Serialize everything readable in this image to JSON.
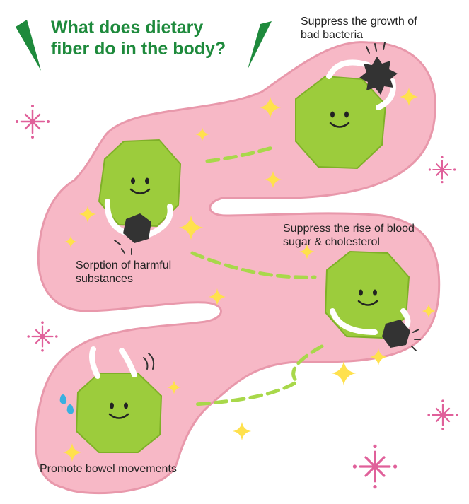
{
  "title": {
    "line1": "What does dietary",
    "line2": "fiber do in the body?"
  },
  "labels": {
    "bad_bacteria": {
      "line1": "Suppress the growth of",
      "line2": "bad bacteria"
    },
    "sorption": {
      "line1": "Sorption of harmful",
      "line2": "substances"
    },
    "blood_sugar": {
      "line1": "Suppress the rise of blood",
      "line2": "sugar & cholesterol"
    },
    "bowel": {
      "line1": "Promote bowel movements"
    }
  },
  "colors": {
    "intestine": "#f7b8c6",
    "intestine_outline": "#e898ab",
    "fiber": "#9ccc3c",
    "fiber_outline": "#7fb028",
    "title": "#1e8a3c",
    "sparkle_yellow": "#ffe14d",
    "sparkle_pink": "#e0609a",
    "substance": "#333333",
    "dash": "#a8d84a",
    "text": "#222222"
  },
  "icons": [
    "fiber-character-icon",
    "bad-bacteria-icon",
    "harmful-substance-icon",
    "sparkle-icon",
    "sweat-drop-icon"
  ]
}
